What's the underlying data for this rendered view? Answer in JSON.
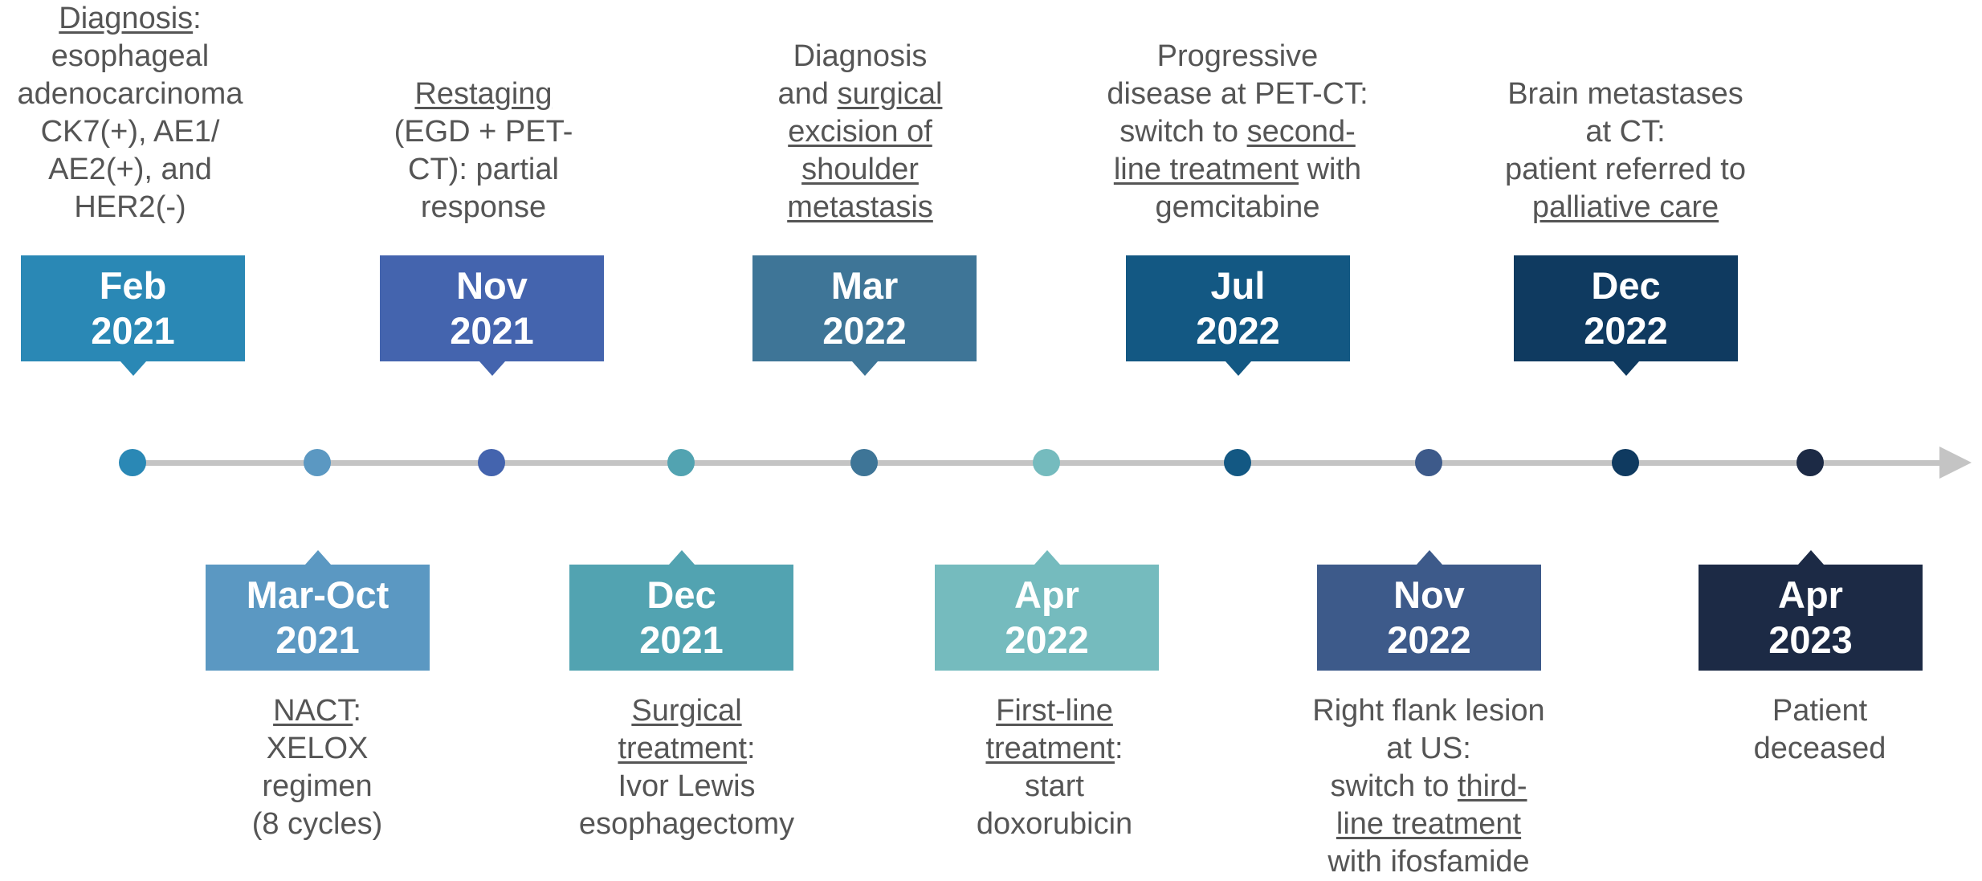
{
  "events": [
    {
      "label": [
        "Feb",
        "2021"
      ],
      "color": "#2a88b5",
      "caption": [
        [
          {
            "t": "Diagnosis",
            "u": true
          },
          {
            "t": ":",
            "u": false
          }
        ],
        [
          {
            "t": "esophageal",
            "u": false
          }
        ],
        [
          {
            "t": "adenocarcinoma",
            "u": false
          }
        ],
        [
          {
            "t": "CK7(+), AE1/",
            "u": false
          }
        ],
        [
          {
            "t": "AE2(+), and",
            "u": false
          }
        ],
        [
          {
            "t": "HER2(-)",
            "u": false
          }
        ]
      ]
    },
    {
      "label": [
        "Mar-Oct",
        "2021"
      ],
      "color": "#5b98c2",
      "caption": [
        [
          {
            "t": "NACT",
            "u": true
          },
          {
            "t": ":",
            "u": false
          }
        ],
        [
          {
            "t": "XELOX",
            "u": false
          }
        ],
        [
          {
            "t": "regimen",
            "u": false
          }
        ],
        [
          {
            "t": "(8 cycles)",
            "u": false
          }
        ]
      ]
    },
    {
      "label": [
        "Nov",
        "2021"
      ],
      "color": "#4464ae",
      "caption": [
        [
          {
            "t": "Restaging",
            "u": true
          }
        ],
        [
          {
            "t": "(EGD + PET-",
            "u": false
          }
        ],
        [
          {
            "t": "CT): partial",
            "u": false
          }
        ],
        [
          {
            "t": "response",
            "u": false
          }
        ]
      ]
    },
    {
      "label": [
        "Dec",
        "2021"
      ],
      "color": "#52a3b1",
      "caption": [
        [
          {
            "t": "Surgical",
            "u": true
          }
        ],
        [
          {
            "t": "treatment",
            "u": true
          },
          {
            "t": ":",
            "u": false
          }
        ],
        [
          {
            "t": "Ivor Lewis",
            "u": false
          }
        ],
        [
          {
            "t": "esophagectomy",
            "u": false
          }
        ]
      ]
    },
    {
      "label": [
        "Mar",
        "2022"
      ],
      "color": "#3e7597",
      "caption": [
        [
          {
            "t": "Diagnosis",
            "u": false
          }
        ],
        [
          {
            "t": "and ",
            "u": false
          },
          {
            "t": "surgical",
            "u": true
          }
        ],
        [
          {
            "t": "excision of",
            "u": true
          }
        ],
        [
          {
            "t": "shoulder",
            "u": true
          }
        ],
        [
          {
            "t": "metastasis",
            "u": true
          }
        ]
      ]
    },
    {
      "label": [
        "Apr",
        "2022"
      ],
      "color": "#75bbbe",
      "caption": [
        [
          {
            "t": "First-line",
            "u": true
          }
        ],
        [
          {
            "t": "treatment",
            "u": true
          },
          {
            "t": ":",
            "u": false
          }
        ],
        [
          {
            "t": "start",
            "u": false
          }
        ],
        [
          {
            "t": "doxorubicin",
            "u": false
          }
        ]
      ]
    },
    {
      "label": [
        "Jul",
        "2022"
      ],
      "color": "#135883",
      "caption": [
        [
          {
            "t": "Progressive",
            "u": false
          }
        ],
        [
          {
            "t": "disease at PET-CT:",
            "u": false
          }
        ],
        [
          {
            "t": "switch to ",
            "u": false
          },
          {
            "t": "second-",
            "u": true
          }
        ],
        [
          {
            "t": "line treatment",
            "u": true
          },
          {
            "t": " with",
            "u": false
          }
        ],
        [
          {
            "t": "gemcitabine",
            "u": false
          }
        ]
      ]
    },
    {
      "label": [
        "Nov",
        "2022"
      ],
      "color": "#3d5a8a",
      "caption": [
        [
          {
            "t": "Right flank lesion",
            "u": false
          }
        ],
        [
          {
            "t": "at US:",
            "u": false
          }
        ],
        [
          {
            "t": "switch to ",
            "u": false
          },
          {
            "t": "third-",
            "u": true
          }
        ],
        [
          {
            "t": "line treatment",
            "u": true
          }
        ],
        [
          {
            "t": "with ifosfamide",
            "u": false
          }
        ]
      ]
    },
    {
      "label": [
        "Dec",
        "2022"
      ],
      "color": "#0f3a60",
      "caption": [
        [
          {
            "t": "Brain metastases",
            "u": false
          }
        ],
        [
          {
            "t": "at CT:",
            "u": false
          }
        ],
        [
          {
            "t": "patient referred to",
            "u": false
          }
        ],
        [
          {
            "t": "palliative care",
            "u": true
          }
        ]
      ]
    },
    {
      "label": [
        "Apr",
        "2023"
      ],
      "color": "#1c2a45",
      "caption": [
        [
          {
            "t": "Patient",
            "u": false
          }
        ],
        [
          {
            "t": "deceased",
            "u": false
          }
        ]
      ]
    }
  ]
}
